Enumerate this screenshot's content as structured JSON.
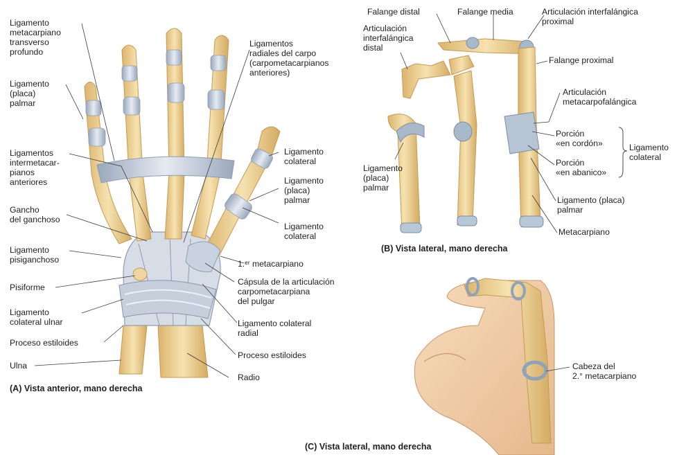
{
  "colors": {
    "bone": "#efd49a",
    "bone_dark": "#d7b06a",
    "ligament": "#c9d2df",
    "ligament_dark": "#97a6ba",
    "skin": "#f4d2ad",
    "leader": "#3b3b3b"
  },
  "panel_a": {
    "caption": "(A) Vista anterior, mano derecha",
    "labels": {
      "deep_transverse": "Ligamento\nmetacarpiano\ntransverso\nprofundo",
      "palmar_plate": "Ligamento\n(placa)\npalmar",
      "intermetacarpal": "Ligamentos\nintermetacar-\npianos\nanteriores",
      "hook_hamate": "Gancho\ndel ganchoso",
      "pisohamate": "Ligamento\npisiganchoso",
      "pisiform": "Pisiforme",
      "ulnar_collateral": "Ligamento\ncolateral ulnar",
      "styloid_ulna": "Proceso estiloides",
      "ulna": "Ulna",
      "radial_carpal": "Ligamentos\nradiales del carpo\n(carpometacarpianos\nanteriores)",
      "thumb_collateral_1": "Ligamento\ncolateral",
      "thumb_palmar": "Ligamento\n(placa)\npalmar",
      "thumb_collateral_2": "Ligamento\ncolateral",
      "first_metacarpal": "1.ᵉʳ metacarpiano",
      "cmc_capsule": "Cápsula de la articulación\ncarpometacarpiana\ndel pulgar",
      "radial_collateral": "Ligamento colateral\nradial",
      "styloid_radius": "Proceso estiloides",
      "radius": "Radio"
    }
  },
  "panel_b": {
    "caption": "(B) Vista lateral, mano derecha",
    "labels": {
      "distal_phalanx": "Falange distal",
      "middle_phalanx": "Falange media",
      "pip": "Articulación interfalángica\nproximal",
      "dip": "Articulación\ninterfalángica\ndistal",
      "proximal_phalanx": "Falange proximal",
      "mcp": "Articulación\nmetacarpofalángica",
      "cord_part": "Porción\n«en cordón»",
      "fan_part": "Porción\n«en abanico»",
      "collateral": "Ligamento\ncolateral",
      "palmar_plate_left": "Ligamento\n(placa)\npalmar",
      "palmar_plate_right": "Ligamento (placa)\npalmar",
      "metacarpal": "Metacarpiano"
    }
  },
  "panel_c": {
    "caption": "(C) Vista lateral, mano derecha",
    "labels": {
      "head_2nd": "Cabeza del\n2.° metacarpiano"
    }
  }
}
